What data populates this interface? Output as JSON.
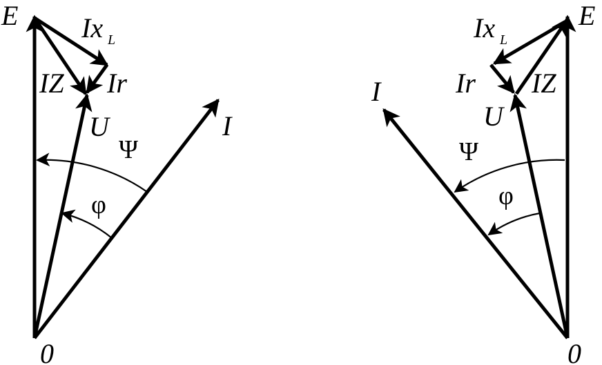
{
  "colors": {
    "ink": "#000000",
    "background": "#ffffff"
  },
  "left": {
    "labels": {
      "E": "E",
      "Ix": "Ix",
      "Ix_sub": "L",
      "IZ": "IZ",
      "Ir": "Ir",
      "U": "U",
      "I": "I",
      "psi": "Ψ",
      "phi": "φ",
      "origin": "0"
    }
  },
  "right": {
    "labels": {
      "E": "E",
      "Ix": "Ix",
      "Ix_sub": "L",
      "IZ": "IZ",
      "Ir": "Ir",
      "U": "U",
      "I": "I",
      "psi": "Ψ",
      "phi": "φ",
      "origin": "0"
    }
  }
}
